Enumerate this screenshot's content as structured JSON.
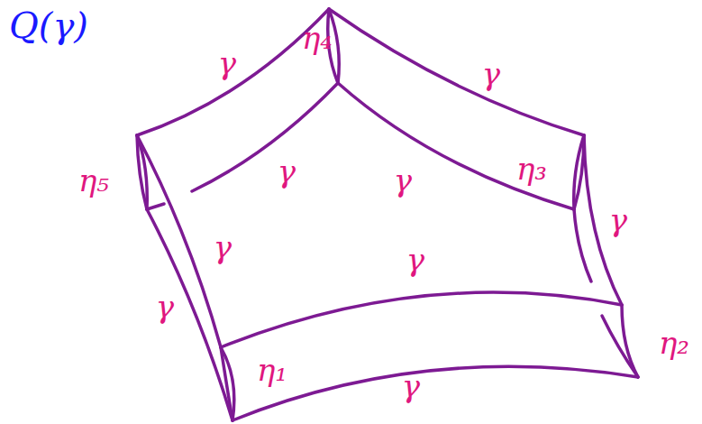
{
  "diagram": {
    "title": "Q(γ)",
    "labels": [
      "γ",
      "η₄",
      "γ",
      "η₅",
      "γ",
      "γ",
      "η₃",
      "γ",
      "γ",
      "γ",
      "γ",
      "η₂",
      "η₁",
      "γ"
    ]
  }
}
